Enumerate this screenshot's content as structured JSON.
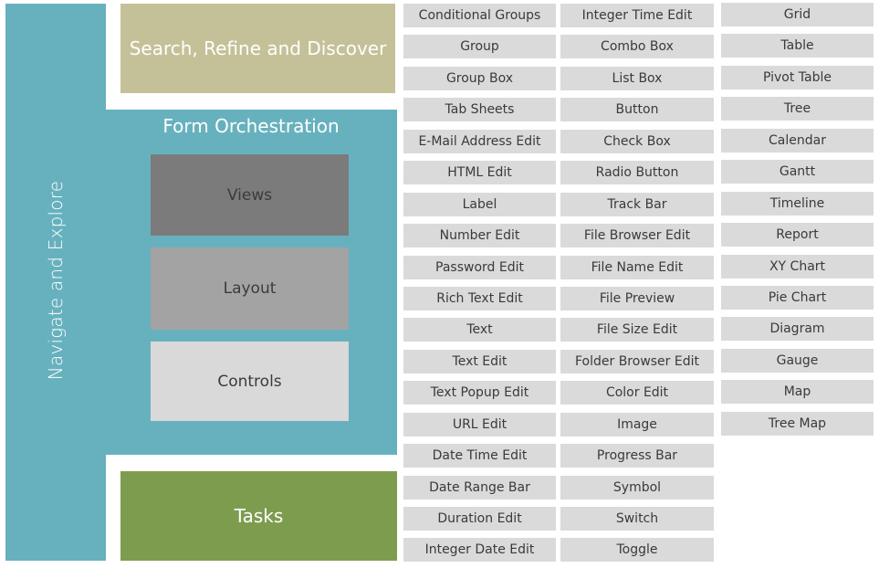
{
  "navigate": {
    "label": "Navigate and Explore"
  },
  "search": {
    "label": "Search, Refine and Discover"
  },
  "form": {
    "title": "Form Orchestration",
    "layers": [
      "Views",
      "Layout",
      "Controls"
    ]
  },
  "tasks": {
    "label": "Tasks"
  },
  "controls": {
    "column1": [
      "Conditional Groups",
      "Group",
      "Group Box",
      "Tab Sheets",
      "E-Mail Address Edit",
      "HTML Edit",
      "Label",
      "Number Edit",
      "Password Edit",
      "Rich Text Edit",
      "Text",
      "Text Edit",
      "Text Popup Edit",
      "URL Edit",
      "Date Time Edit",
      "Date Range Bar",
      "Duration Edit",
      "Integer Date Edit"
    ],
    "column2": [
      "Integer Time Edit",
      "Combo Box",
      "List Box",
      "Button",
      "Check Box",
      "Radio Button",
      "Track Bar",
      "File Browser Edit",
      "File Name Edit",
      "File Preview",
      "File Size Edit",
      "Folder Browser Edit",
      "Color Edit",
      "Image",
      "Progress Bar",
      "Symbol",
      "Switch",
      "Toggle"
    ],
    "column3": [
      "Grid",
      "Table",
      "Pivot Table",
      "Tree",
      "Calendar",
      "Gantt",
      "Timeline",
      "Report",
      "XY Chart",
      "Pie Chart",
      "Diagram",
      "Gauge",
      "Map",
      "Tree Map"
    ]
  },
  "colors": {
    "teal": "#67b1be",
    "tan": "#c4c198",
    "green": "#7e9c4e",
    "views": "#7b7b7b",
    "layout": "#a3a3a3",
    "controls": "#d9d9d9",
    "cell": "#dadada"
  }
}
